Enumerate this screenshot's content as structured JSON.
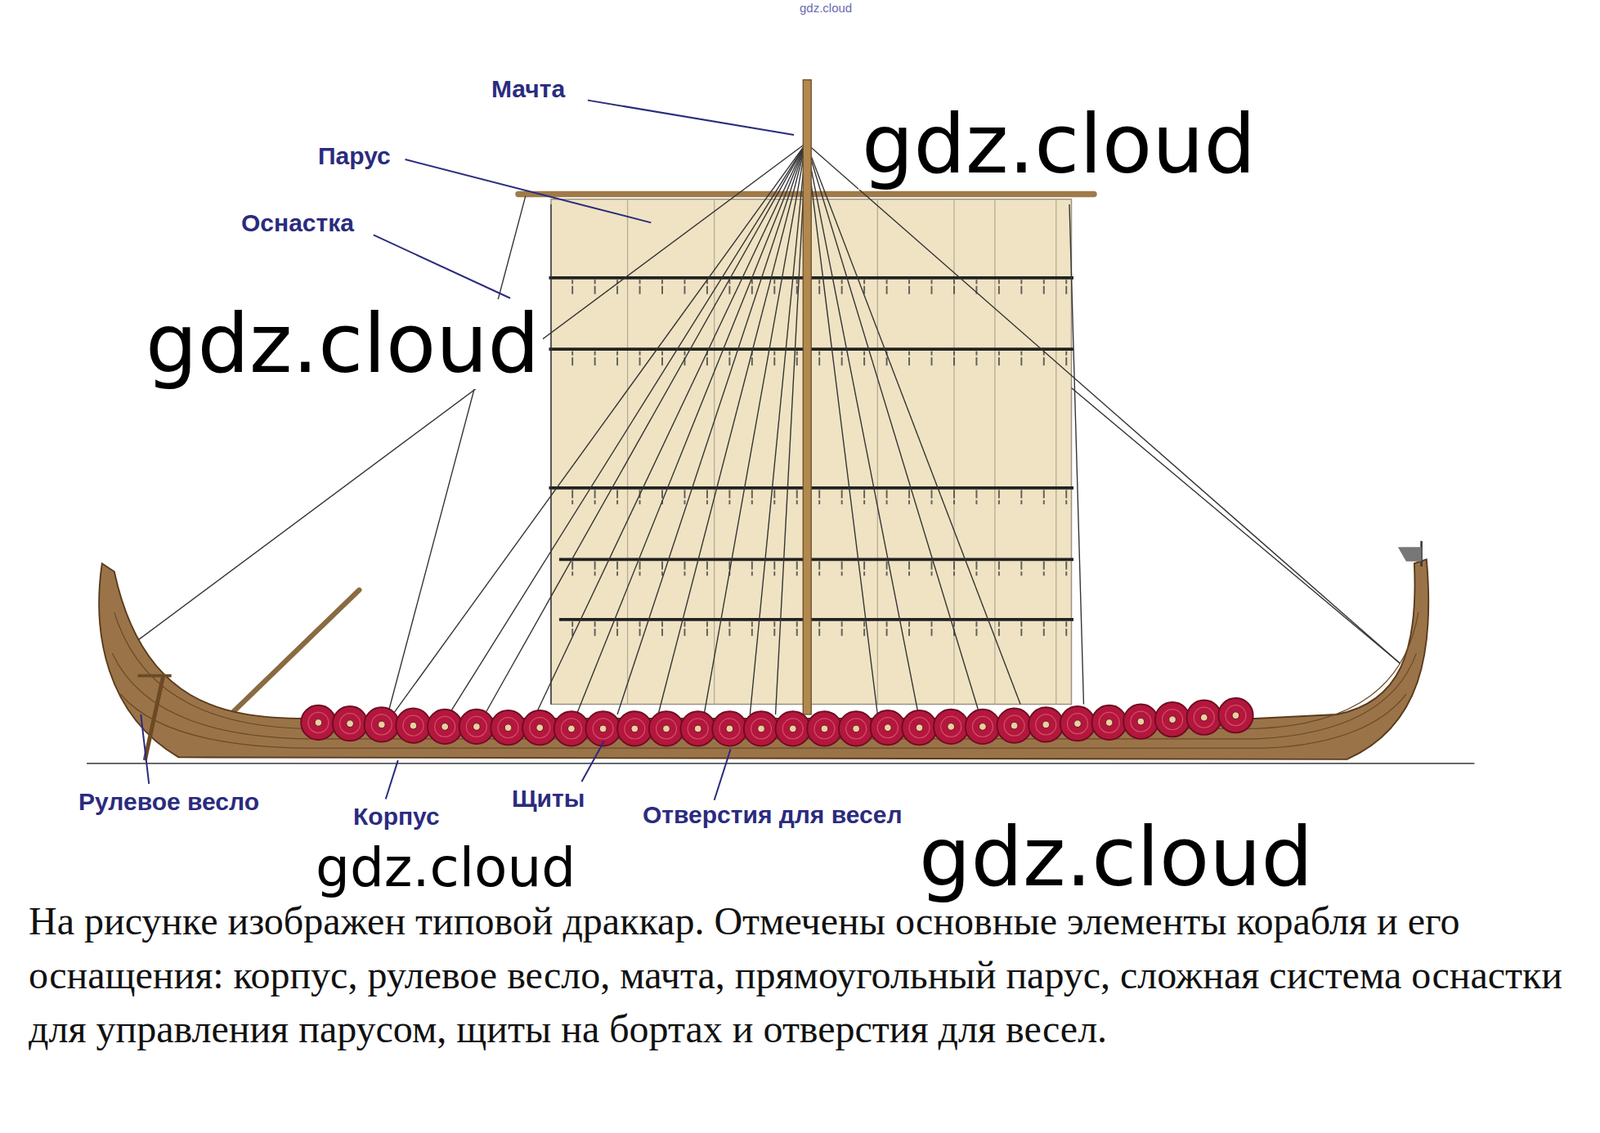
{
  "diagram": {
    "caption": "На рисунке изображен типовой драккар. Отмечены основные элементы корабля и его оснащения: корпус, рулевое весло, мачта, прямоугольный парус, сложная система оснастки для управления парусом, щиты на бортах и отверстия для весел.",
    "labels": [
      "gdz.cloud",
      "Мачта",
      "Парус",
      "Оснастка",
      "gdz.cloud",
      "gdz.cloud",
      "Рулевое весло",
      "Корпус",
      "Щиты",
      "Отверстия для весел",
      "gdz.cloud",
      "gdz.cloud"
    ]
  }
}
